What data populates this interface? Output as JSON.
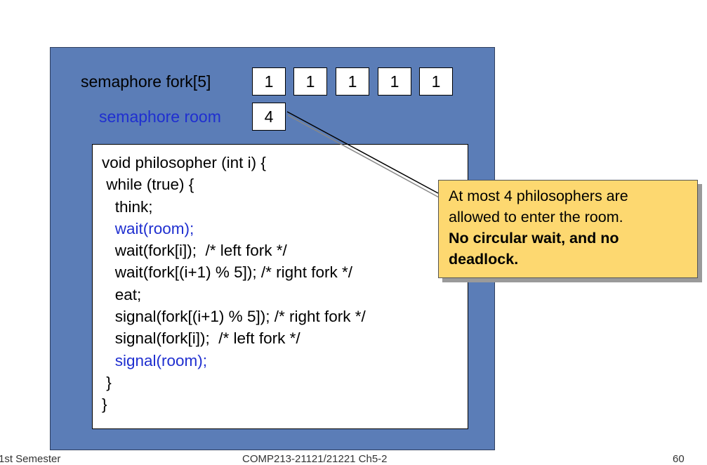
{
  "fork_label": "semaphore fork[5]",
  "fork_values": [
    "1",
    "1",
    "1",
    "1",
    "1"
  ],
  "room_label": "semaphore room",
  "room_value": "4",
  "code_lines": [
    {
      "text": "void philosopher (int i) {",
      "highlight": false
    },
    {
      "text": " while (true) {",
      "highlight": false
    },
    {
      "text": "   think;",
      "highlight": false
    },
    {
      "text": "   wait(room);",
      "highlight": true
    },
    {
      "text": "   wait(fork[i]);  /* left fork */",
      "highlight": false
    },
    {
      "text": "   wait(fork[(i+1) % 5]); /* right fork */",
      "highlight": false
    },
    {
      "text": "   eat;",
      "highlight": false
    },
    {
      "text": "   signal(fork[(i+1) % 5]); /* right fork */",
      "highlight": false
    },
    {
      "text": "   signal(fork[i]);  /* left fork */",
      "highlight": false
    },
    {
      "text": "   signal(room);",
      "highlight": true
    },
    {
      "text": " }",
      "highlight": false
    },
    {
      "text": "}",
      "highlight": false
    }
  ],
  "callout": {
    "line1": "At most 4 philosophers are",
    "line2": "allowed to enter the room.",
    "bold1": "No circular wait, and no",
    "bold2": "deadlock."
  },
  "footer": {
    "left": "1st Semester",
    "center": "COMP213-21121/21221  Ch5-2",
    "right": "60"
  },
  "colors": {
    "panel": "#5b7db7",
    "highlight_text": "#1f2fd0",
    "callout": "#fdd870"
  }
}
